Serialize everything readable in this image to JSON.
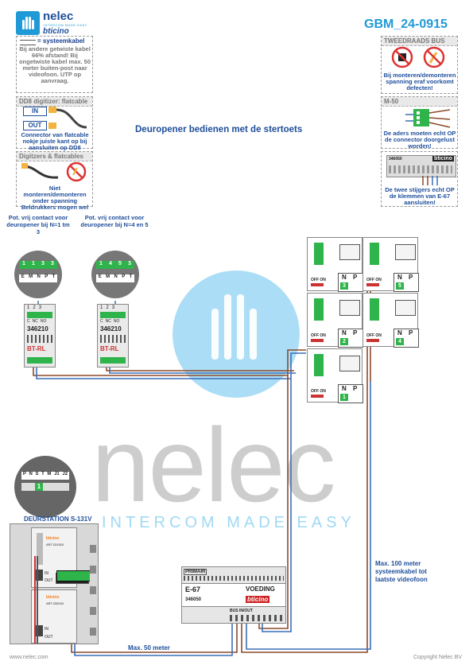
{
  "brand": {
    "name": "nelec",
    "tagline": "INTERCOM MADE EASY",
    "partner": "bticino"
  },
  "doc_id": "GBM_24-0915",
  "title": "Deuropener bedienen met de stertoets",
  "left_notes": {
    "cable": {
      "header": "= systeemkabel",
      "text": "Bij andere getwiste kabel 66% afstand! Bij ongetwiste kabel max. 50 meter buiten-post naar videofoon. UTP op aanvraag."
    },
    "dd8": {
      "header": "DD8 digitizer: flatcable",
      "in_label": "IN",
      "out_label": "OUT",
      "text": "Connector van flatcable nokje juiste kant op bij aansluiten op DD8"
    },
    "digitizers": {
      "header": "Digitzers & flatcables",
      "text": "Niet monteren/demonteren onder spanning Beldrukkers mogen wel"
    }
  },
  "right_notes": {
    "bus": {
      "header": "TWEEDRAADS BUS",
      "text": "Bij monteren/demonteren spanning eraf voorkomt defecten!"
    },
    "m50": {
      "header": "M-50",
      "text": "De aders moeten echt OP de connector doorgelust worden!"
    },
    "stijgers": {
      "device_code": "346050",
      "text": "De twee stijgers echt OP de klemmen van E-67 aansluiten!"
    }
  },
  "contacts": [
    {
      "label": "Pot. vrij contact voor deuropener bij N=1 tm 3",
      "terminals": [
        "1",
        "1",
        "3",
        "3"
      ],
      "relay": "346210",
      "relay_brand": "BT-RL"
    },
    {
      "label": "Pot. vrij contact voor deuropener bij N=4 en 5",
      "terminals": [
        "1",
        "4",
        "5",
        "3"
      ],
      "relay": "346210",
      "relay_brand": "BT-RL"
    }
  ],
  "relay_terminal_labels": [
    "1",
    "2",
    "3"
  ],
  "relay_bottom_labels": [
    "C",
    "NC",
    "NO"
  ],
  "relay_sub_terminals": [
    "E",
    "M",
    "N",
    "P",
    "T"
  ],
  "monitors": [
    {
      "n": "3"
    },
    {
      "n": "5"
    },
    {
      "n": "2"
    },
    {
      "n": "4"
    },
    {
      "n": "1"
    }
  ],
  "monitor_labels": {
    "n": "N",
    "p": "P",
    "off_on": "OFF ON"
  },
  "door_station": {
    "name": "DEURSTATION S-131V",
    "terminal_labels": [
      "P",
      "N",
      "S",
      "T",
      "M",
      "J1",
      "J2"
    ],
    "n_value": "1",
    "code_top": "ART.331300",
    "code_bottom": "ART.332000",
    "in": "IN",
    "out": "OUT"
  },
  "power_supply": {
    "primair": "PRIMAIR",
    "model": "E-67",
    "label": "VOEDING",
    "code": "346050",
    "brand": "bticino",
    "terminals": "BUS IN/OUT"
  },
  "cable_labels": {
    "max50": "Max. 50 meter",
    "max100": "Max. 100 meter systeemkabel tot laatste videofoon"
  },
  "footer": {
    "left": "www.nelec.com",
    "right": "Copyright Nelec BV"
  },
  "colors": {
    "brand_blue": "#1f4e9b",
    "accent_cyan": "#1f9ad6",
    "green": "#2fb34b",
    "cable_brown": "#8b4a2b",
    "cable_blue": "#3b6fb8"
  }
}
